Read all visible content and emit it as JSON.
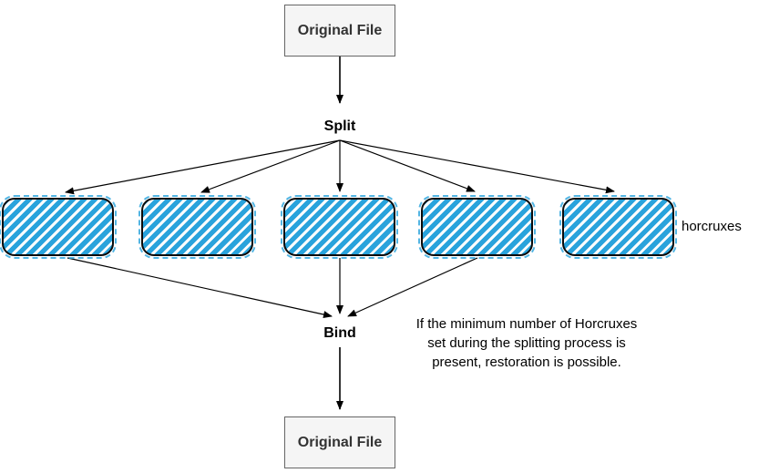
{
  "diagram": {
    "nodes": {
      "top_box_label": "Original File",
      "split_label": "Split",
      "bind_label": "Bind",
      "bottom_box_label": "Original File"
    },
    "horcrux_row": {
      "count": 5,
      "side_label": "horcruxes"
    },
    "caption": {
      "lines": [
        "If the minimum number of Horcruxes",
        "set during the splitting process is",
        "present, restoration is possible."
      ]
    },
    "colors": {
      "hatch_blue": "#29a3dc",
      "node_fill": "#f5f5f5",
      "node_border": "#666666",
      "node_text": "#333333",
      "connector": "#000000"
    }
  }
}
